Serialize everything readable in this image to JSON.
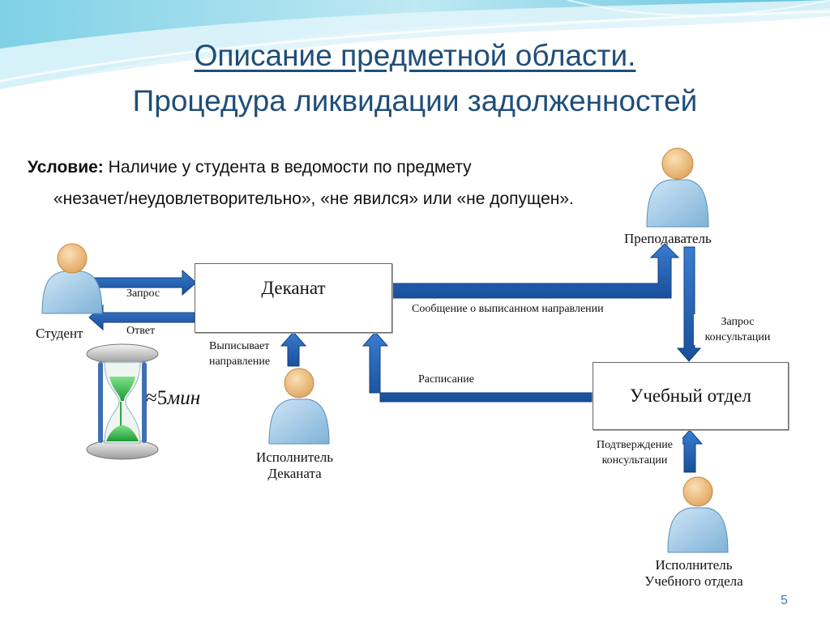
{
  "title": {
    "line1": "Описание предметной области.",
    "line2": "Процедура ликвидации задолженностей"
  },
  "condition": {
    "label": "Условие:",
    "text_line1": " Наличие у студента в ведомости по предмету",
    "text_line2": "«незачет/неудовлетворительно», «не явился» или «не допущен»."
  },
  "boxes": {
    "dekanat": "Деканат",
    "study_office": "Учебный отдел"
  },
  "actors": {
    "student": "Студент",
    "teacher": "Преподаватель",
    "dean_executor_line1": "Исполнитель",
    "dean_executor_line2": "Деканата",
    "office_executor_line1": "Исполнитель",
    "office_executor_line2": "Учебного отдела"
  },
  "arrows": {
    "request": "Запрос",
    "answer": "Ответ",
    "issues_line1": "Выписывает",
    "issues_line2": "направление",
    "message": "Сообщение о выписанном направлении",
    "consult_request_line1": "Запрос",
    "consult_request_line2": "консультации",
    "schedule": "Расписание",
    "confirm_line1": "Подтверждение",
    "confirm_line2": "консультации"
  },
  "timer": {
    "approx_symbol": "≈",
    "value": "5",
    "unit": "мин"
  },
  "page_number": "5",
  "colors": {
    "title": "#1f4e79",
    "arrow": "#1f5aa8",
    "person": "#9fc9e8",
    "head": "#f3c27e"
  }
}
